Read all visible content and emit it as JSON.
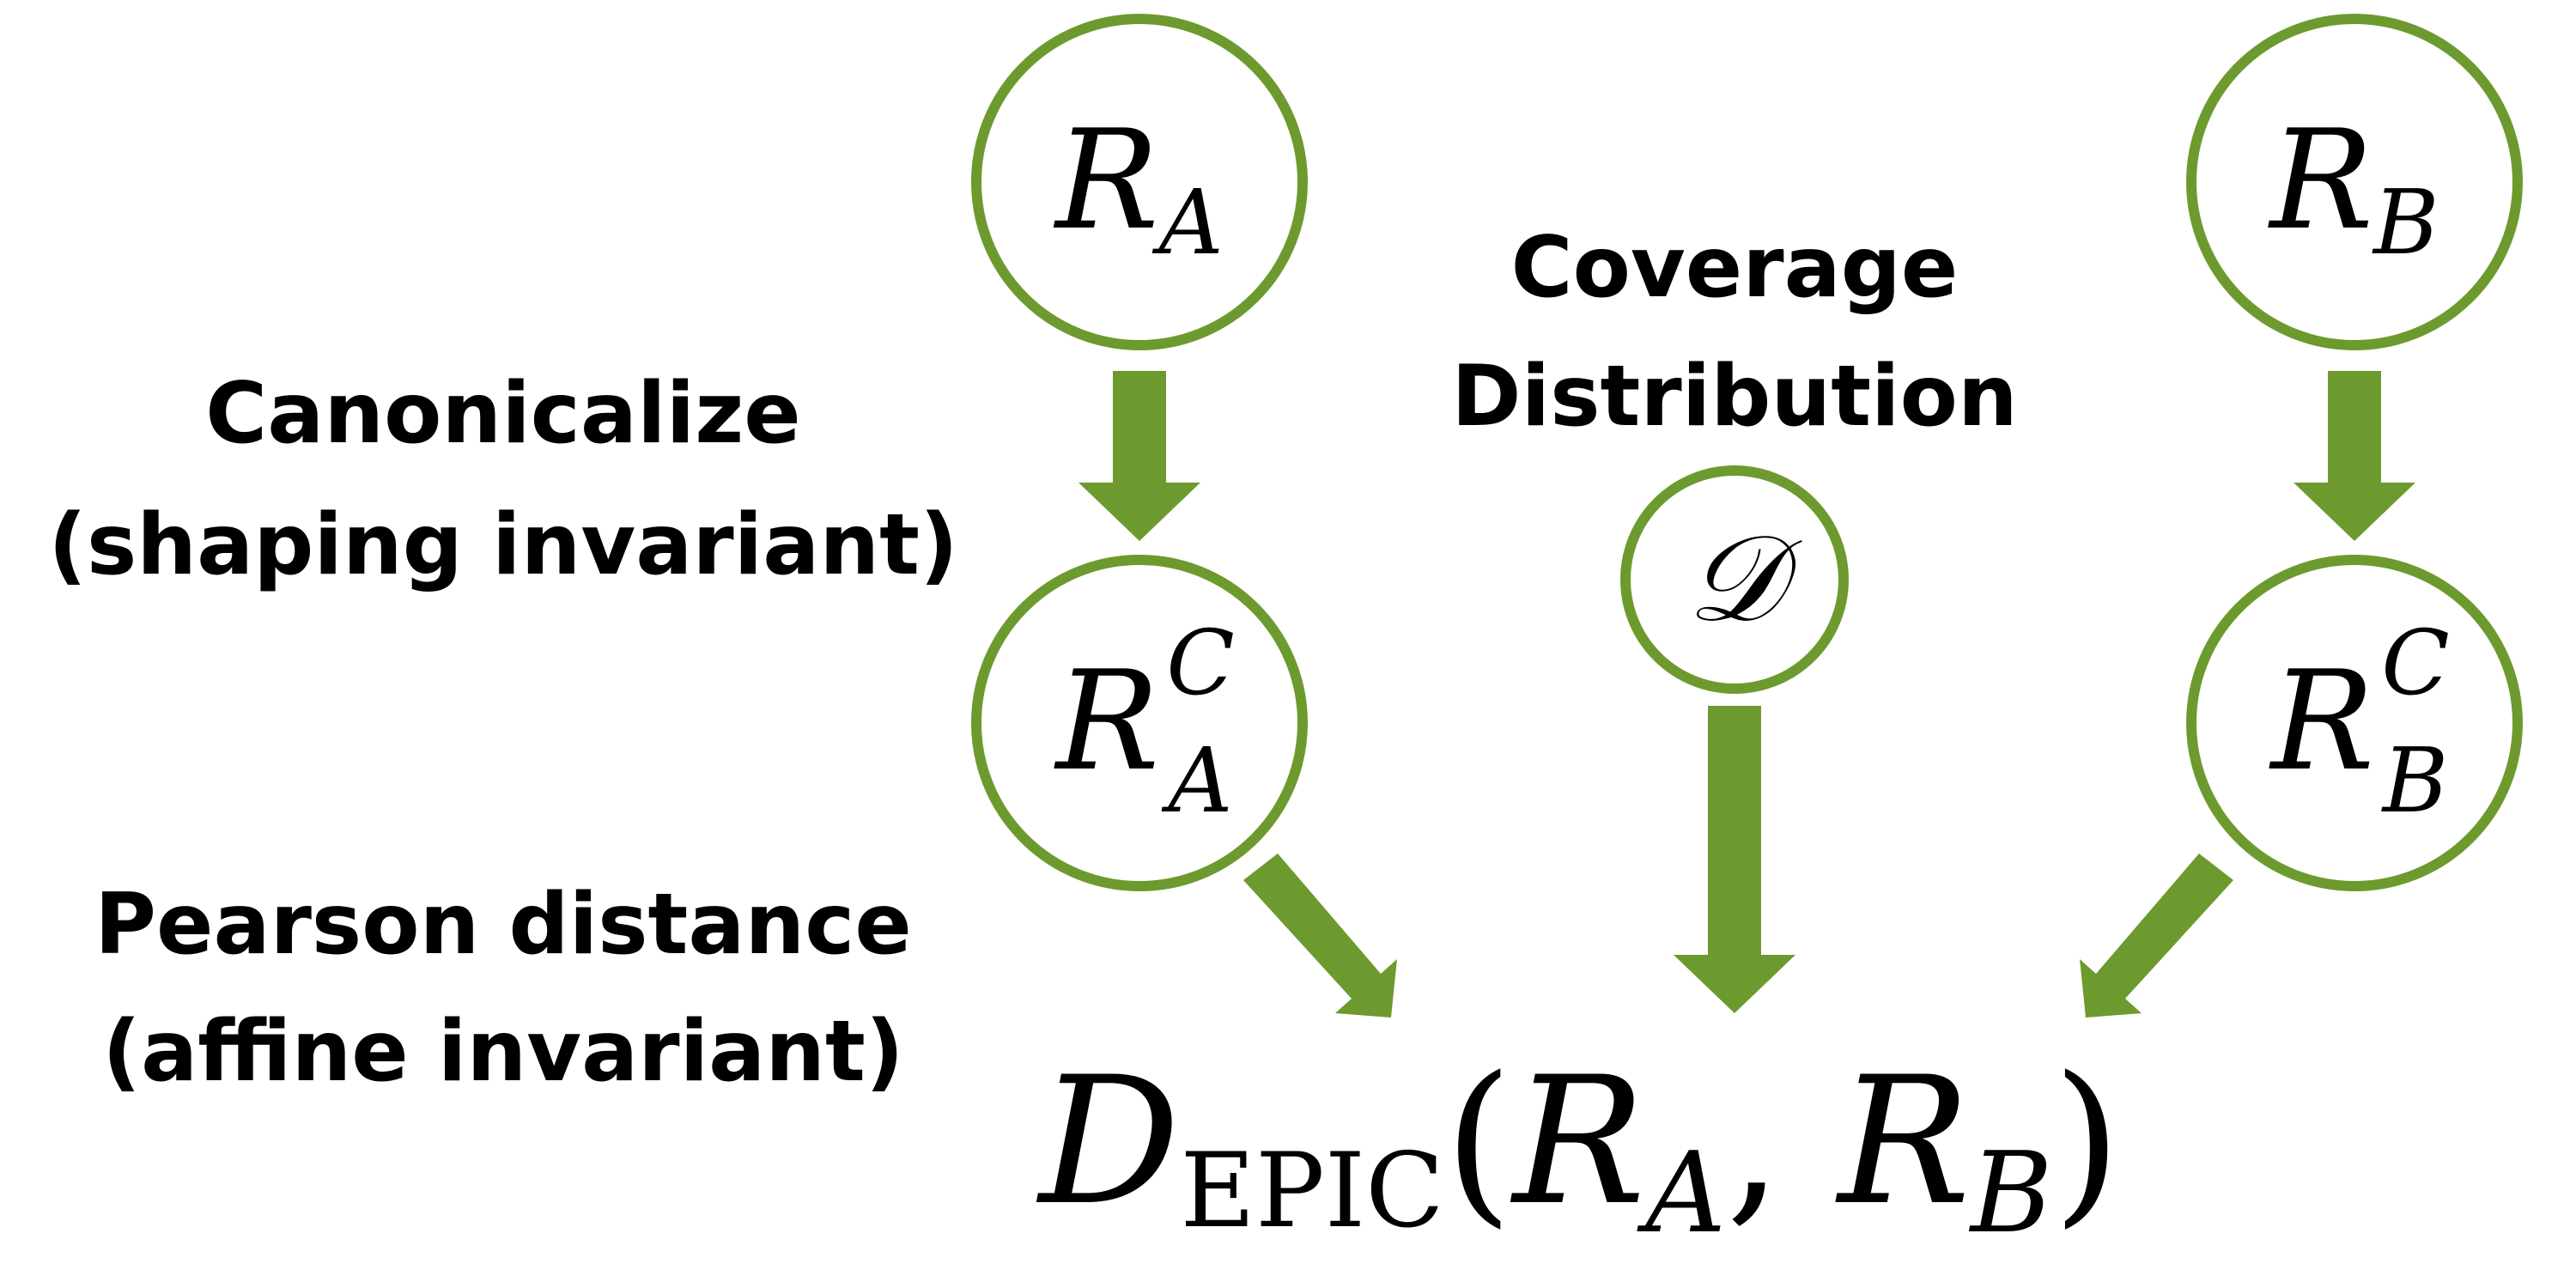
{
  "colors": {
    "accent": "#6d9a2e",
    "text": "#000000",
    "background": "#ffffff"
  },
  "labels": {
    "canonicalize": "Canonicalize",
    "shaping_invariant": "(shaping invariant)",
    "coverage": "Coverage",
    "distribution": "Distribution",
    "pearson_distance": "Pearson distance",
    "affine_invariant": "(affine invariant)"
  },
  "nodes": {
    "ra": {
      "main": "R",
      "sub": "A"
    },
    "rb": {
      "main": "R",
      "sub": "B"
    },
    "rac": {
      "main": "R",
      "sup": "C",
      "sub": "A"
    },
    "rbc": {
      "main": "R",
      "sup": "C",
      "sub": "B"
    },
    "dist": {
      "main": "𝒟"
    }
  },
  "result": {
    "d": "D",
    "epic": "EPIC",
    "open": "(",
    "ra_main": "R",
    "ra_sub": "A",
    "comma": ",",
    "rb_main": "R",
    "rb_sub": "B",
    "close": ")"
  }
}
